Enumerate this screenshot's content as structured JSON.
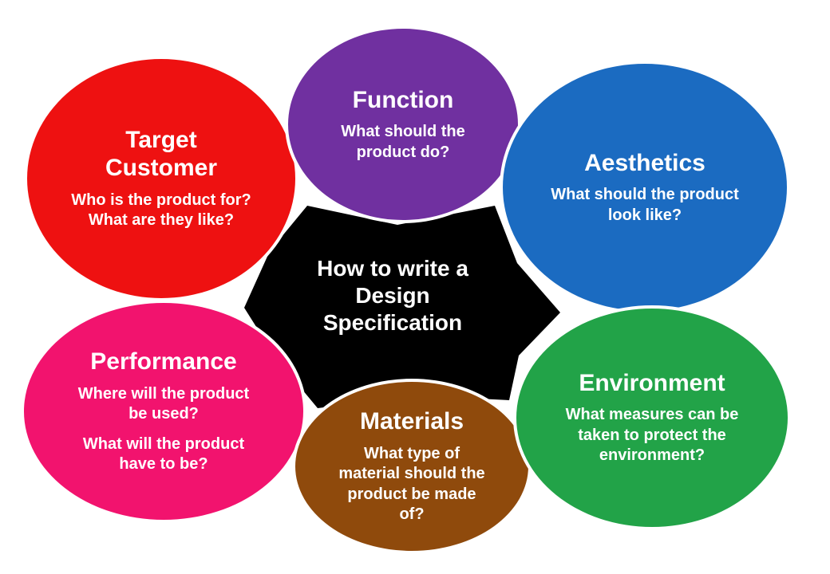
{
  "background_color": "#ffffff",
  "outline_color": "#ffffff",
  "center": {
    "text": "How to write a\nDesign\nSpecification",
    "fill": "#000000",
    "text_color": "#ffffff"
  },
  "bubbles": [
    {
      "id": "target-customer",
      "title": "Target\nCustomer",
      "body": "Who is the product for?\nWhat are they like?",
      "color": "#ee1111"
    },
    {
      "id": "function",
      "title": "Function",
      "body": "What should the\nproduct do?",
      "color": "#7030a0"
    },
    {
      "id": "aesthetics",
      "title": "Aesthetics",
      "body": "What should the product\nlook like?",
      "color": "#1b6bc1"
    },
    {
      "id": "performance",
      "title": "Performance",
      "body": "Where will the product\nbe used?",
      "body2": "What will the product\nhave to be?",
      "color": "#f2136e"
    },
    {
      "id": "materials",
      "title": "Materials",
      "body": "What type of\nmaterial should the\nproduct be made\nof?",
      "color": "#8f4a0c"
    },
    {
      "id": "environment",
      "title": "Environment",
      "body": "What measures can be\ntaken to protect the\nenvironment?",
      "color": "#22a348"
    }
  ]
}
